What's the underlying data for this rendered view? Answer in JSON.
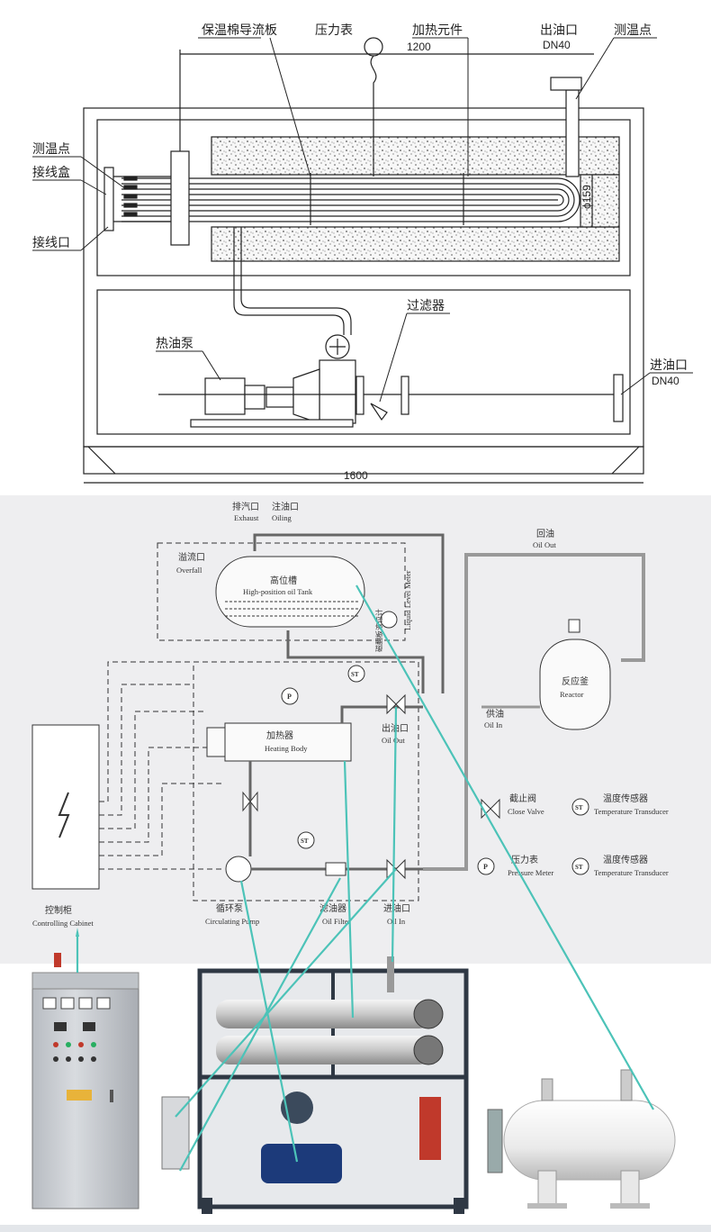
{
  "top_drawing": {
    "labels": {
      "insulation_baffle": "保温棉导流板",
      "pressure_gauge": "压力表",
      "heating_element": "加热元件",
      "oil_outlet": "出油口",
      "oil_outlet_size": "DN40",
      "temp_point_top": "测温点",
      "temp_point_left": "测温点",
      "junction_box": "接线盒",
      "wiring_port": "接线口",
      "hot_oil_pump": "热油泵",
      "filter": "过滤器",
      "oil_inlet": "进油口",
      "oil_inlet_size": "DN40",
      "diameter": "ϕ159"
    },
    "dims": {
      "top_width": "1200",
      "bottom_width": "1600"
    }
  },
  "schematic": {
    "exhaust_cn": "排汽口",
    "exhaust_en": "Exhaust",
    "oiling_cn": "注油口",
    "oiling_en": "Oiling",
    "overfall_cn": "溢流口",
    "overfall_en": "Overfall",
    "tank_cn": "高位槽",
    "tank_en": "High-position oil Tank",
    "level_cn": "磁翻板液位计",
    "level_en": "Liquid Level Meter",
    "oil_out_top_cn": "回油",
    "oil_out_top_en": "Oil Out",
    "reactor_cn": "反应釜",
    "reactor_en": "Reactor",
    "supply_cn": "供油",
    "supply_en": "Oil In",
    "heater_cn": "加热器",
    "heater_en": "Heating Body",
    "outlet_cn": "出油口",
    "outlet_en": "Oil Out",
    "pump_cn": "循环泵",
    "pump_en": "Circulating Pump",
    "filter_cn": "滤油器",
    "filter_en": "Oil Filter",
    "inlet_cn": "进油口",
    "inlet_en": "Oil In",
    "cabinet_cn": "控制柜",
    "cabinet_en": "Controlling Cabinet",
    "st_symbol": "ST",
    "p_symbol": "P",
    "legend": [
      {
        "symbol": "valve",
        "cn": "截止阀",
        "en": "Close Valve"
      },
      {
        "symbol": "ST",
        "cn": "温度传感器",
        "en": "Temperature Transducer"
      },
      {
        "symbol": "P",
        "cn": "压力表",
        "en": "Pressure Meter"
      },
      {
        "symbol": "ST",
        "cn": "温度传感器",
        "en": "Temperature Transducer"
      }
    ]
  },
  "colors": {
    "leader": "#4cc3b8",
    "cabinet": "#c9cdd2",
    "machine_frame": "#3a4450",
    "tank": "#f2f2f2"
  }
}
